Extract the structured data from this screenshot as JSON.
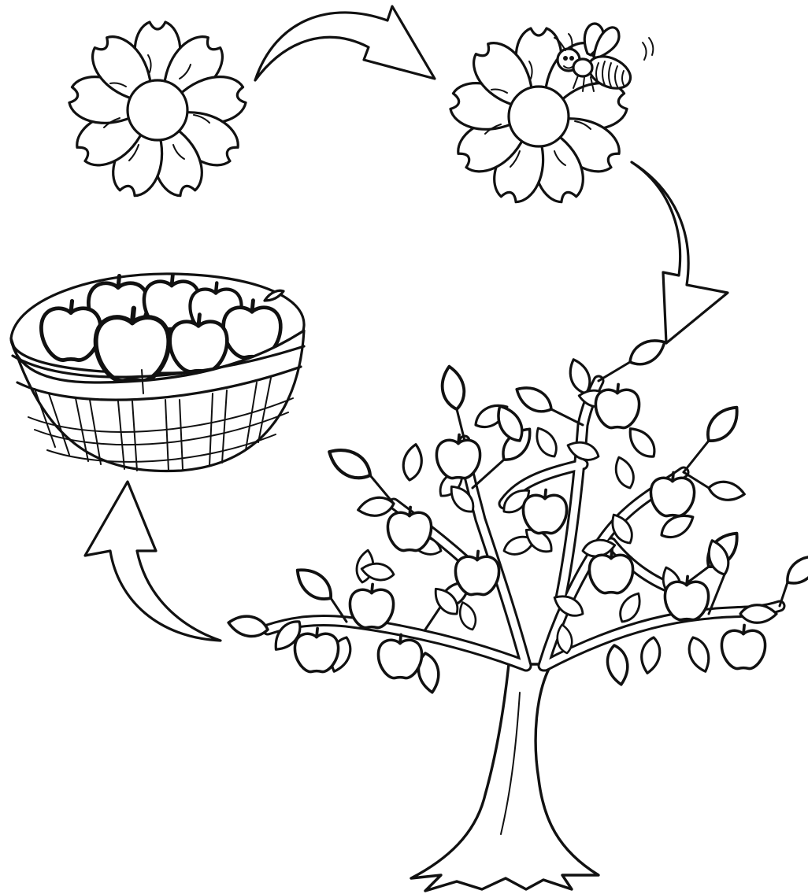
{
  "diagram": {
    "stages": [
      {
        "id": "flower",
        "icon": "flower-icon"
      },
      {
        "id": "pollination",
        "icon": "bee-icon"
      },
      {
        "id": "apple-tree",
        "icon": "apple-tree-icon"
      },
      {
        "id": "apple-basket",
        "icon": "apple-basket-icon"
      }
    ],
    "arrows": [
      {
        "from": "flower",
        "to": "pollination"
      },
      {
        "from": "pollination",
        "to": "apple-tree"
      },
      {
        "from": "apple-tree",
        "to": "apple-basket"
      }
    ],
    "colors": {
      "line": "#111111",
      "fill": "#ffffff"
    }
  }
}
